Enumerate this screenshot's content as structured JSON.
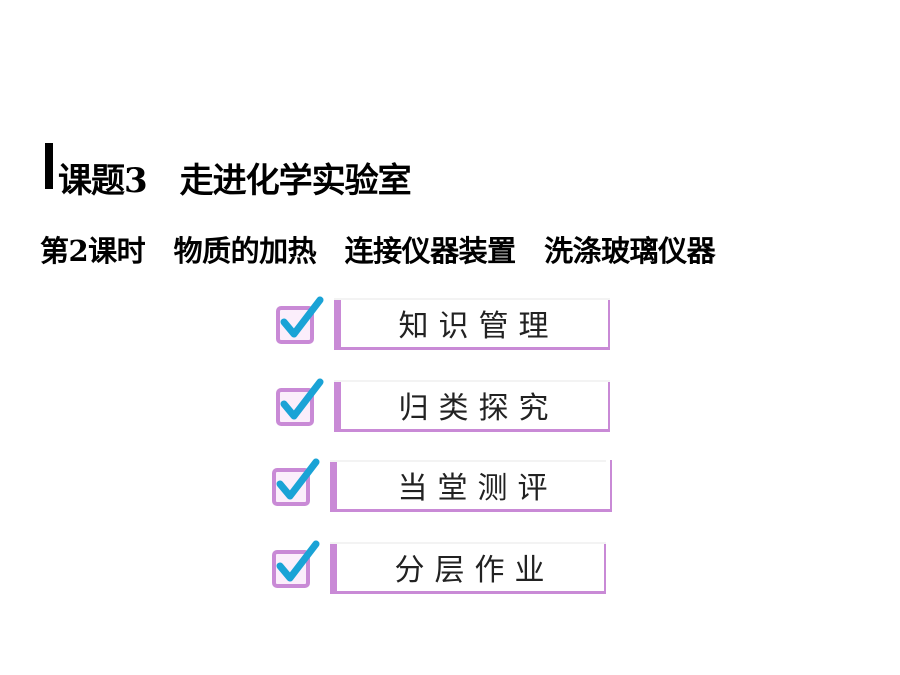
{
  "slide": {
    "title": "课题3　走进化学实验室",
    "subtitle": "第2课时　物质的加热　连接仪器装置　洗涤玻璃仪器"
  },
  "menu": {
    "items": [
      {
        "label": "知识管理",
        "icon": "check-icon"
      },
      {
        "label": "归类探究",
        "icon": "check-icon"
      },
      {
        "label": "当堂测评",
        "icon": "check-icon"
      },
      {
        "label": "分层作业",
        "icon": "check-icon"
      }
    ]
  },
  "colors": {
    "accent_purple": "#c98ad6",
    "check_cyan": "#1aa3d6",
    "text": "#000000"
  }
}
